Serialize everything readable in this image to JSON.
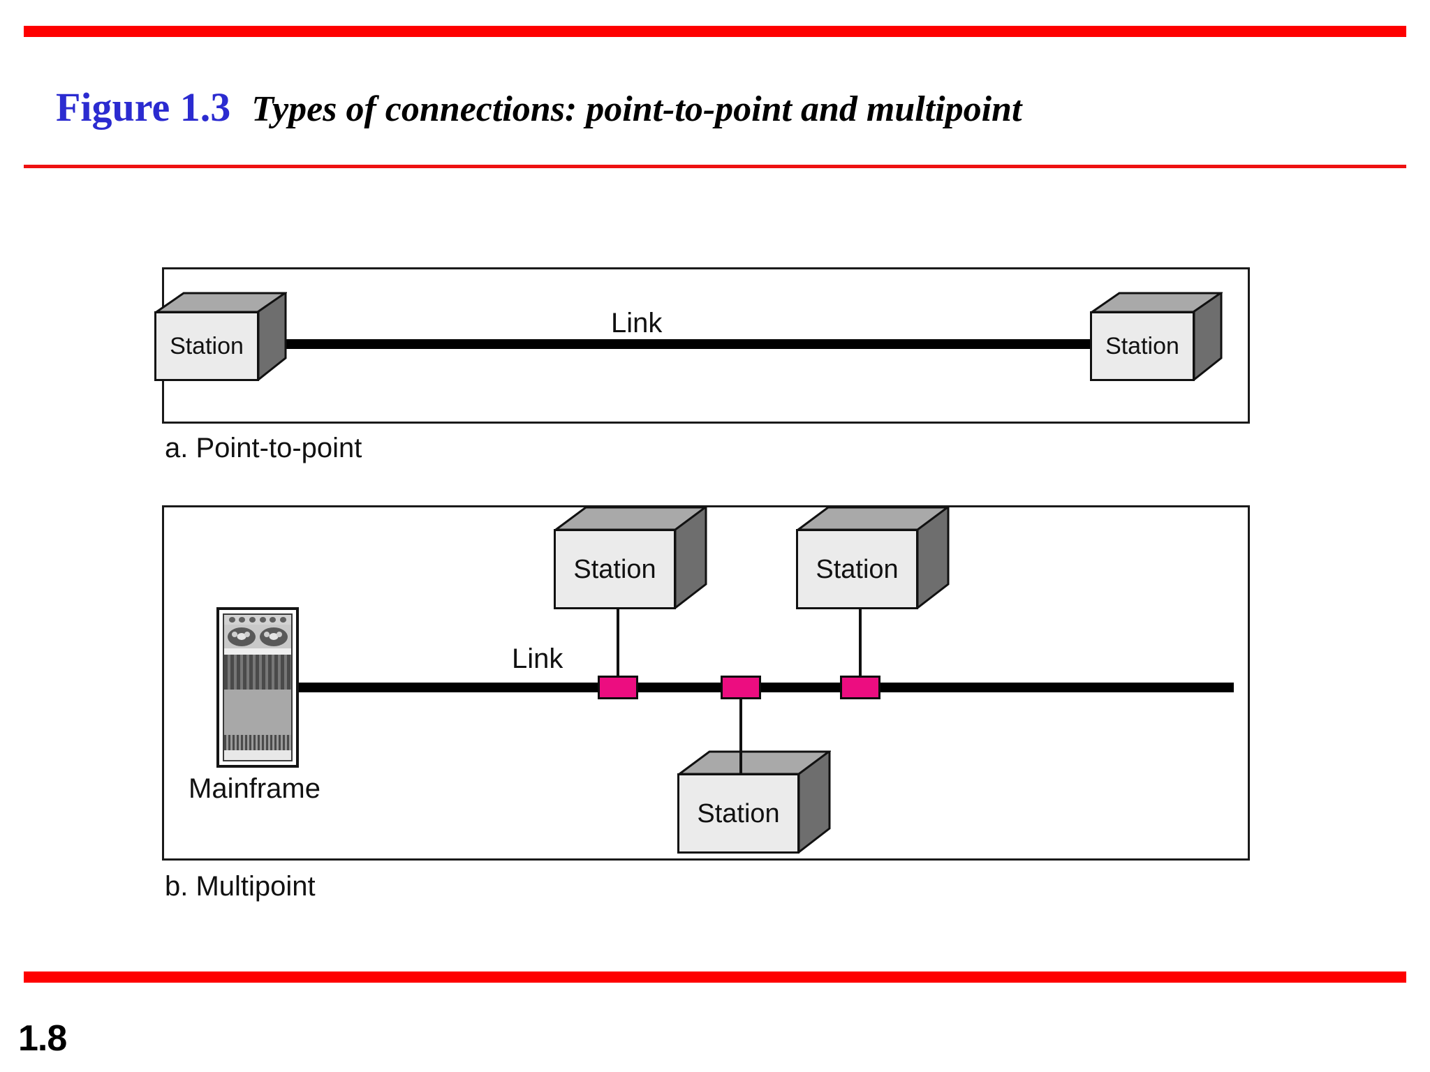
{
  "header": {
    "figure_number": "Figure 1.3",
    "figure_title": "Types of connections: point-to-point and multipoint",
    "accent_color": "#2b2bd0",
    "rule_color": "#fe0000"
  },
  "footer": {
    "page_number": "1.8"
  },
  "diagram": {
    "connector_color": "#ec0d80",
    "panel_a": {
      "caption": "a. Point-to-point",
      "link_label": "Link",
      "nodes": [
        {
          "type": "station",
          "label": "Station",
          "position": "left"
        },
        {
          "type": "station",
          "label": "Station",
          "position": "right"
        }
      ]
    },
    "panel_b": {
      "caption": "b. Multipoint",
      "link_label": "Link",
      "mainframe_label": "Mainframe",
      "nodes": [
        {
          "type": "mainframe",
          "label": "Mainframe",
          "position": "left"
        },
        {
          "type": "station",
          "label": "Station",
          "position": "top-center"
        },
        {
          "type": "station",
          "label": "Station",
          "position": "bottom-center"
        },
        {
          "type": "station",
          "label": "Station",
          "position": "top-right"
        }
      ],
      "connector_count": 3
    }
  }
}
